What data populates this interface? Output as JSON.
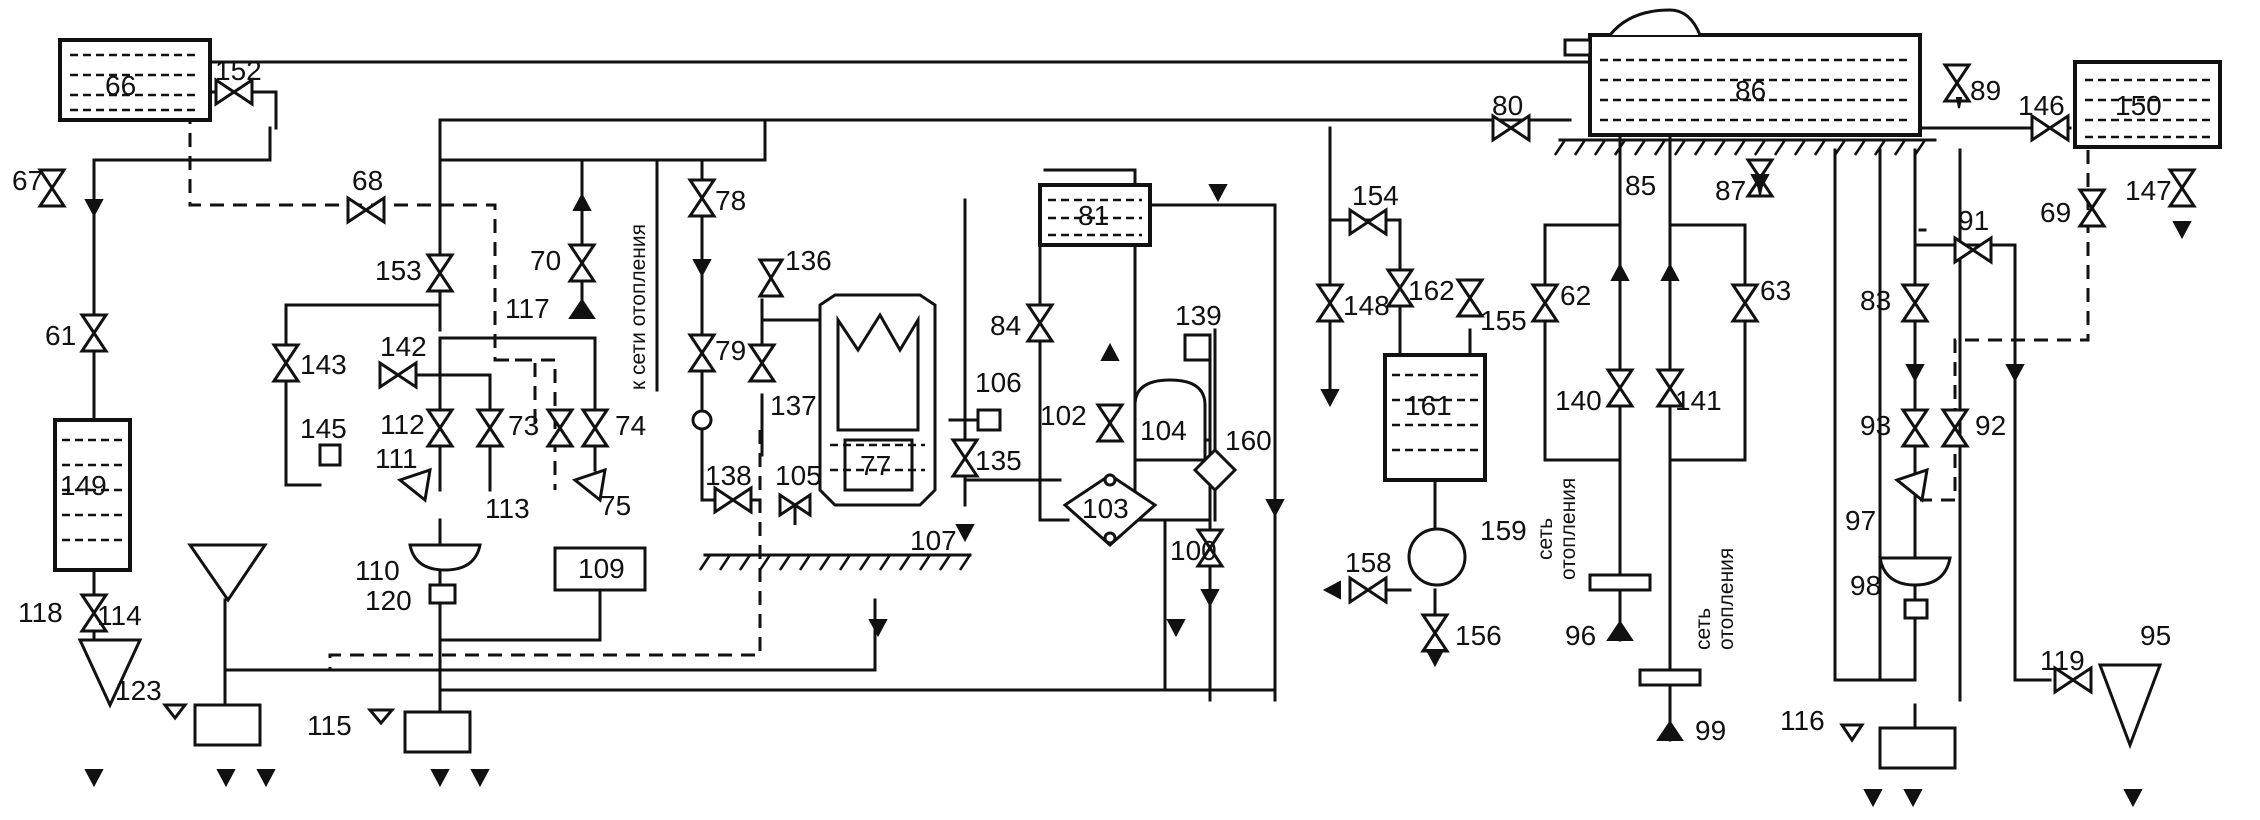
{
  "diagram": {
    "labels": {
      "l61": "61",
      "l62": "62",
      "l63": "63",
      "l66": "66",
      "l67": "67",
      "l68": "68",
      "l69": "69",
      "l70": "70",
      "l73": "73",
      "l74": "74",
      "l75": "75",
      "l77": "77",
      "l78": "78",
      "l79": "79",
      "l80": "80",
      "l81": "81",
      "l83": "83",
      "l84": "84",
      "l85": "85",
      "l86": "86",
      "l87": "87",
      "l89": "89",
      "l91": "91",
      "l92": "92",
      "l93": "93",
      "l95": "95",
      "l96": "96",
      "l97": "97",
      "l98": "98",
      "l99": "99",
      "l100": "100",
      "l102": "102",
      "l103": "103",
      "l104": "104",
      "l105": "105",
      "l106": "106",
      "l107": "107",
      "l109": "109",
      "l110": "110",
      "l111": "111",
      "l112": "112",
      "l113": "113",
      "l114": "114",
      "l115": "115",
      "l116": "116",
      "l117": "117",
      "l118": "118",
      "l119": "119",
      "l120": "120",
      "l123": "123",
      "l135": "135",
      "l136": "136",
      "l137": "137",
      "l138": "138",
      "l139": "139",
      "l140": "140",
      "l141": "141",
      "l142": "142",
      "l143": "143",
      "l145": "145",
      "l146": "146",
      "l147": "147",
      "l148": "148",
      "l149": "149",
      "l150": "150",
      "l152": "152",
      "l153": "153",
      "l154": "154",
      "l155": "155",
      "l156": "156",
      "l158": "158",
      "l159": "159",
      "l160": "160",
      "l161": "161",
      "l162": "162"
    },
    "notes": {
      "heating_riser": "к сети отопления",
      "net_a_line1": "сеть",
      "net_a_line2": "отопления",
      "net_b_line1": "сеть",
      "net_b_line2": "отопления"
    }
  }
}
